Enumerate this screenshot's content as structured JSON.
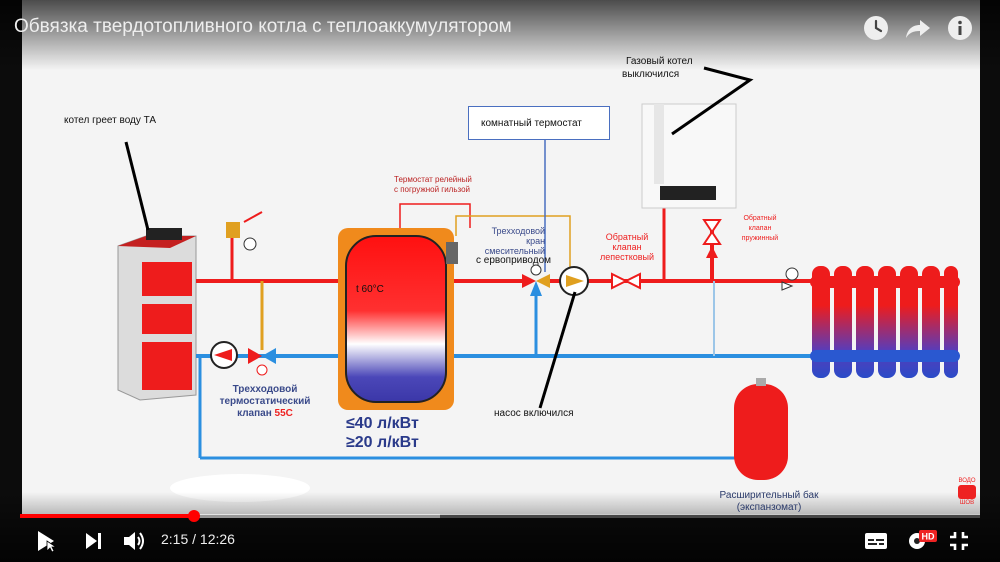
{
  "video": {
    "title": "Обвязка твердотопливного котла с теплоаккумулятором",
    "current_time": "2:15",
    "separator": " / ",
    "duration": "12:26",
    "progress_fraction": 0.181,
    "buffered_fraction": 0.438
  },
  "top_actions": [
    {
      "name": "watch-later-icon"
    },
    {
      "name": "share-icon"
    },
    {
      "name": "info-icon"
    }
  ],
  "diagram": {
    "boiler_note": "котел греет воду ТА",
    "gas_boiler_note_line1": "Газовый котел",
    "gas_boiler_note_line2": "выключился",
    "room_thermostat": "комнатный термостат",
    "thermostat_relay_line1": "Термостат релейный",
    "thermostat_relay_line2": "с погружной гильзой",
    "mixing_valve_line1": "Трехходовой",
    "mixing_valve_line2": "кран",
    "mixing_valve_line3": "смесительный",
    "mixing_valve_line4": "с ервоприводом",
    "check_valve_line1": "Обратный",
    "check_valve_line2": "клапан",
    "check_valve_line3": "лепестковый",
    "spring_valve_line1": "Обратный",
    "spring_valve_line2": "клапан",
    "spring_valve_line3": "пружинный",
    "tank_temp": "t 60°C",
    "thermo_valve_line1": "Трехходовой",
    "thermo_valve_line2": "термостатический",
    "thermo_valve_line3": "клапан",
    "thermo_valve_temp": "55C",
    "pump_note": "насос включился",
    "volume_max": "≤40 л/кВт",
    "volume_min": "≥20 л/кВт",
    "expansion_line1": "Расширительный бак",
    "expansion_line2": "(экспанзомат)",
    "channel_mark_line1": "ВОДО",
    "channel_mark_line2": "ШОВ"
  },
  "colors": {
    "hot": "#ee1c1c",
    "cold": "#2b8fe0",
    "progress": "#ff0000"
  }
}
